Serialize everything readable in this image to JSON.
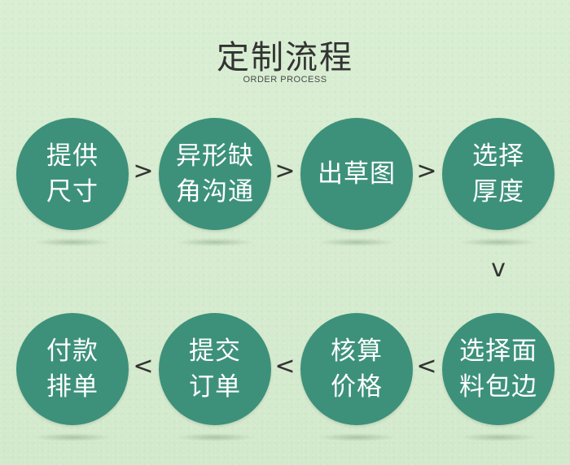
{
  "header": {
    "title": "定制流程",
    "subtitle": "ORDER PROCESS"
  },
  "steps": [
    {
      "label": "提供\n尺寸"
    },
    {
      "label": "异形缺\n角沟通"
    },
    {
      "label": "出草图"
    },
    {
      "label": "选择\n厚度"
    },
    {
      "label": "选择面\n料包边"
    },
    {
      "label": "核算\n价格"
    },
    {
      "label": "提交\n订单"
    },
    {
      "label": "付款\n排单"
    }
  ],
  "arrows": {
    "right": ">",
    "down": "v",
    "left": "<"
  },
  "colors": {
    "circle": "#3d917a",
    "background": "#d6ecd0",
    "text_dark": "#333333"
  }
}
